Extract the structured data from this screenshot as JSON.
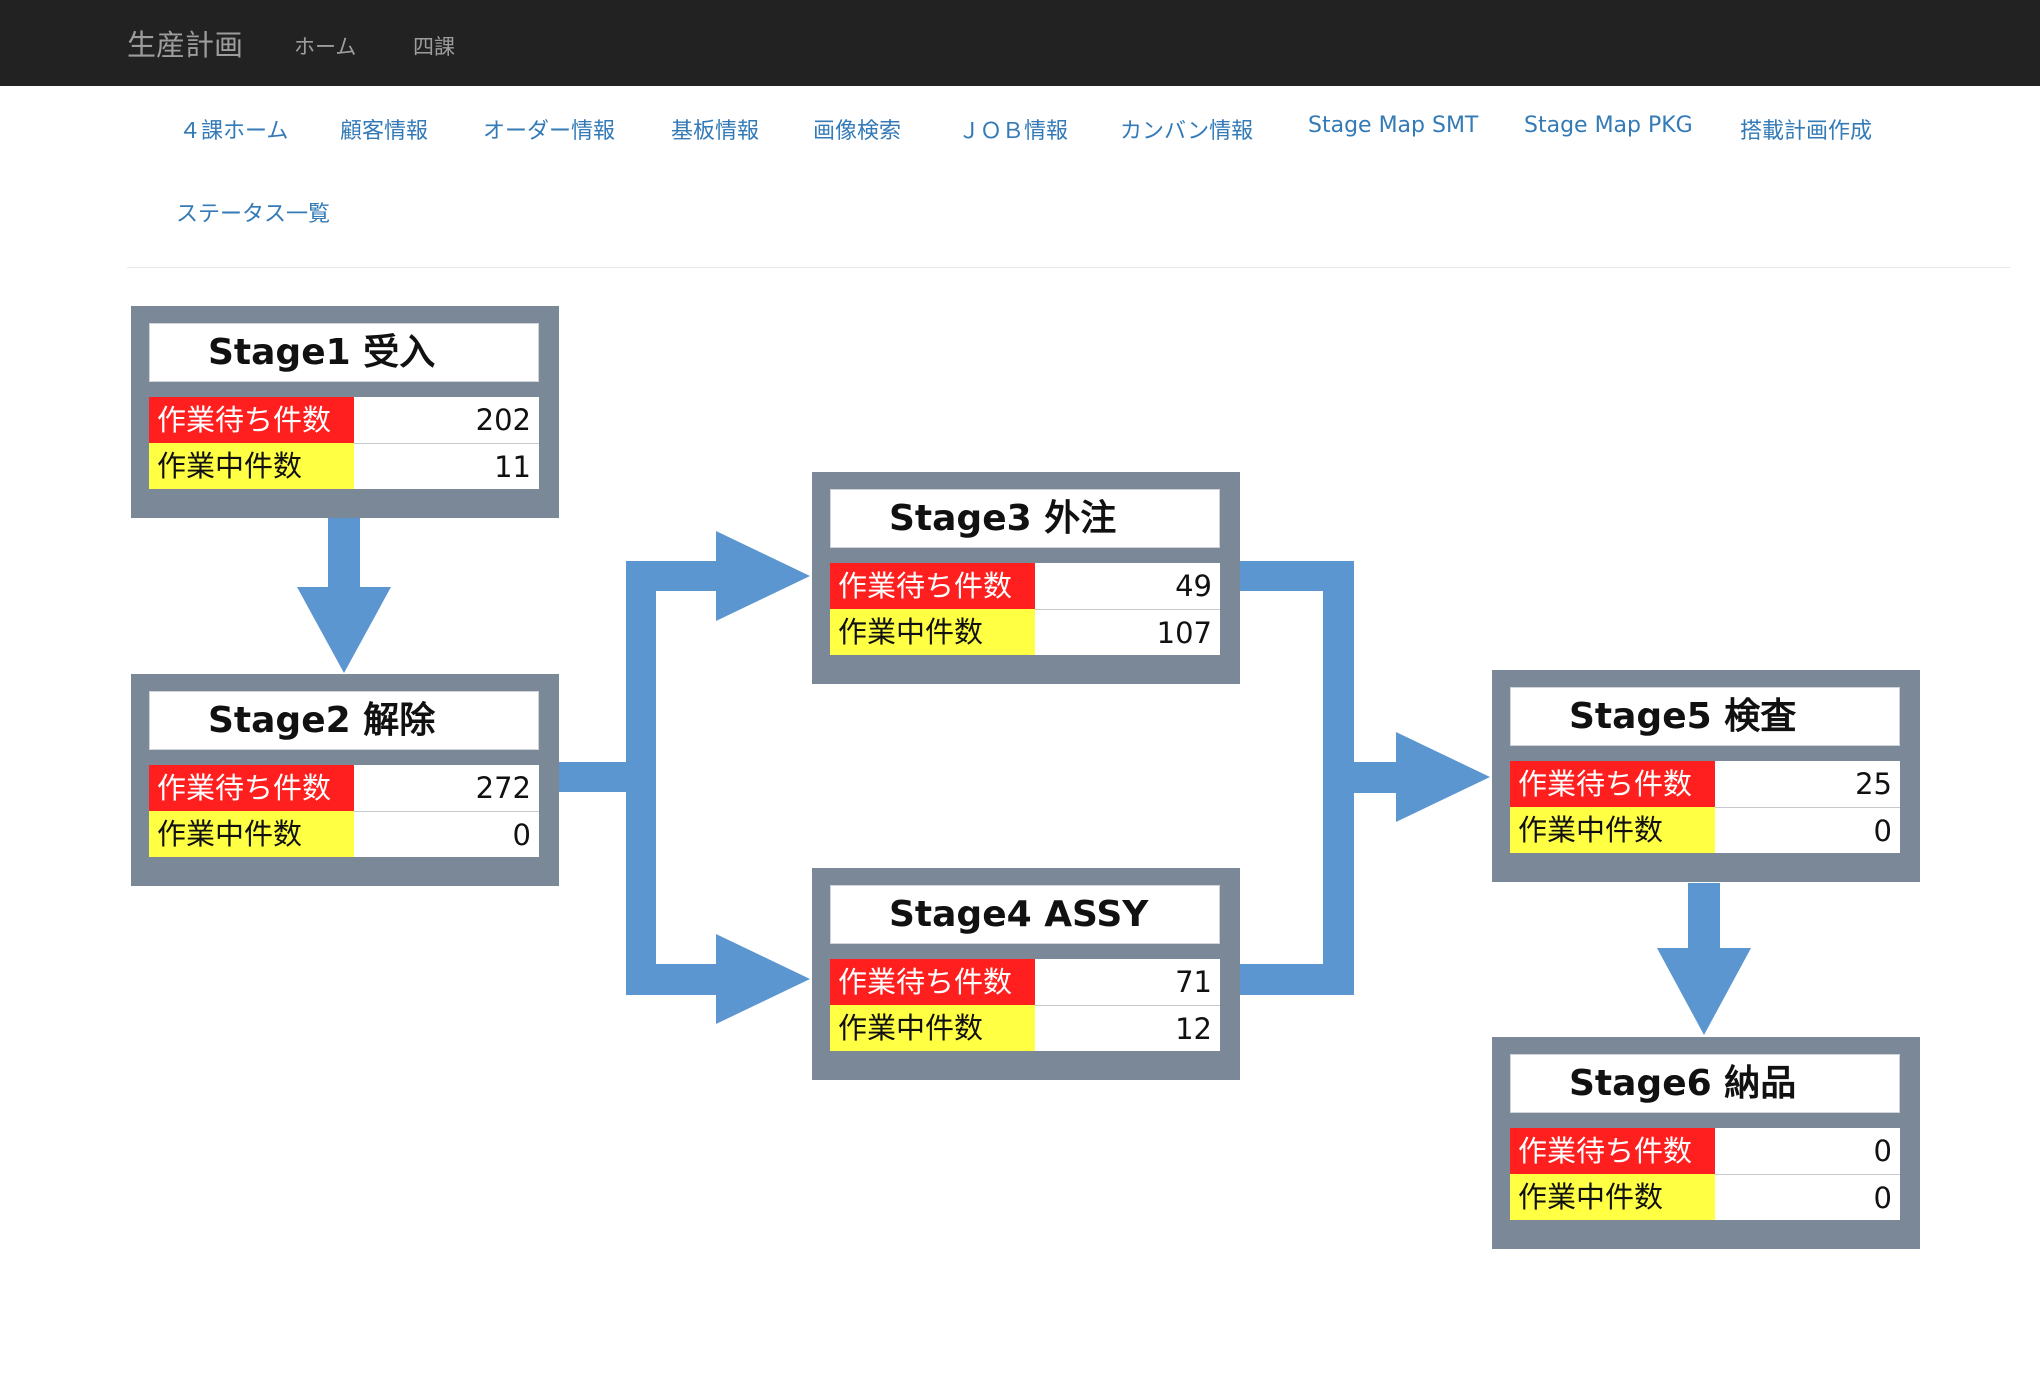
{
  "navbar": {
    "brand": "生産計画",
    "links": [
      "ホーム",
      "四課"
    ],
    "bg_color": "#222222"
  },
  "subnav": {
    "items": [
      "４課ホーム",
      "顧客情報",
      "オーダー情報",
      "基板情報",
      "画像検索",
      "ＪＯＢ情報",
      "カンバン情報",
      "Stage Map SMT",
      "Stage Map PKG",
      "搭載計画作成",
      "ステータス一覧"
    ],
    "link_color": "#337ab7"
  },
  "stage_map": {
    "labels": {
      "waiting": "作業待ち件数",
      "in_progress": "作業中件数"
    },
    "colors": {
      "waiting": "#ff1f1f",
      "in_progress": "#ffff44",
      "panel": "#7a8898",
      "arrow": "#5b96d0"
    },
    "stages": [
      {
        "title": "Stage1 受入",
        "waiting": "202",
        "in_progress": "11"
      },
      {
        "title": "Stage2 解除",
        "waiting": "272",
        "in_progress": "0"
      },
      {
        "title": "Stage3 外注",
        "waiting": "49",
        "in_progress": "107"
      },
      {
        "title": "Stage4 ASSY",
        "waiting": "71",
        "in_progress": "12"
      },
      {
        "title": "Stage5 検査",
        "waiting": "25",
        "in_progress": "0"
      },
      {
        "title": "Stage6 納品",
        "waiting": "0",
        "in_progress": "0"
      }
    ]
  }
}
